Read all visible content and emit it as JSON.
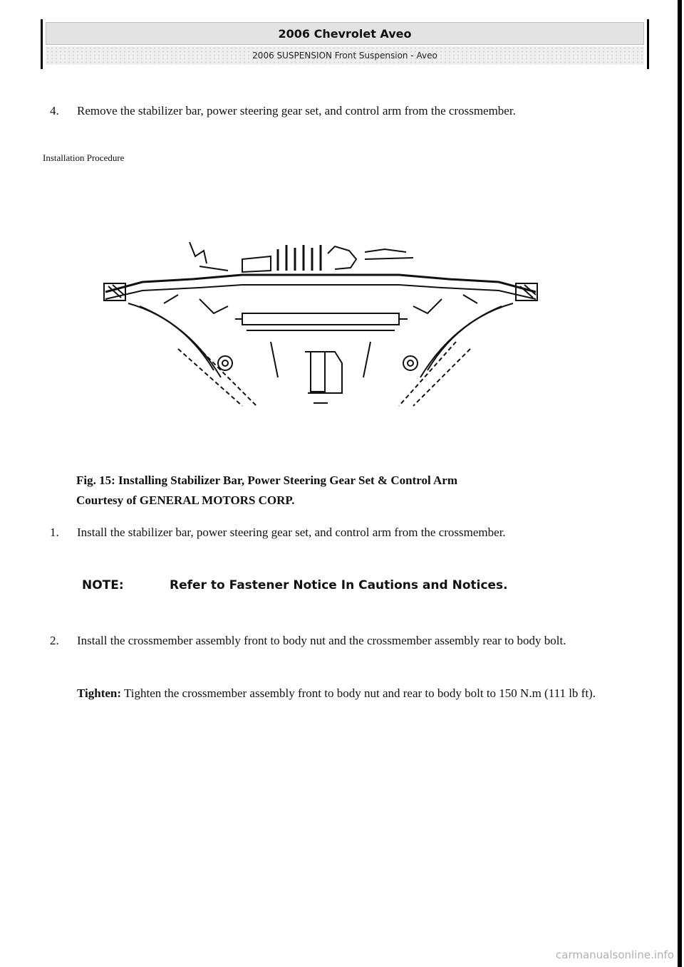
{
  "header": {
    "title": "2006 Chevrolet Aveo",
    "subtitle": "2006 SUSPENSION Front Suspension - Aveo"
  },
  "steps_top": [
    {
      "num": "4.",
      "text": "Remove the stabilizer bar, power steering gear set, and control arm from the crossmember."
    }
  ],
  "section_title": "Installation Procedure",
  "figure": {
    "caption_line1": "Fig. 15: Installing Stabilizer Bar, Power Steering Gear Set & Control Arm",
    "caption_line2": "Courtesy of GENERAL MOTORS CORP."
  },
  "steps_install": [
    {
      "num": "1.",
      "text": "Install the stabilizer bar, power steering gear set, and control arm from the crossmember."
    },
    {
      "num": "2.",
      "text": "Install the crossmember assembly front to body nut and the crossmember assembly rear to body bolt."
    }
  ],
  "note": {
    "label": "NOTE:",
    "text": "Refer to Fastener Notice In Cautions and Notices."
  },
  "tighten": {
    "label": "Tighten:",
    "text": "Tighten the crossmember assembly front to body nut and rear to body bolt to 150 N.m (111 lb ft)."
  },
  "watermark": "carmanualsonline.info"
}
